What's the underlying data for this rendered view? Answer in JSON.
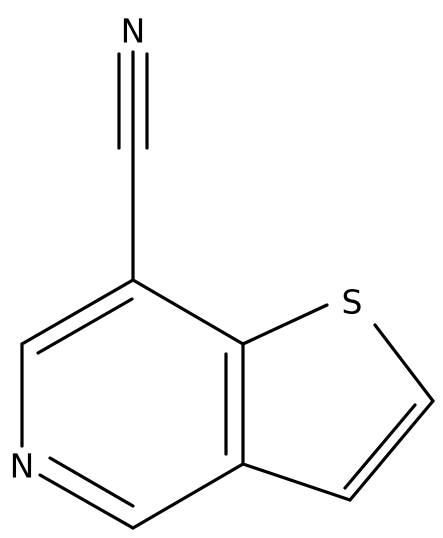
{
  "molecule": {
    "atoms": {
      "nitrile_n": "N",
      "pyridine_n": "N",
      "thiophene_s": "S"
    }
  }
}
